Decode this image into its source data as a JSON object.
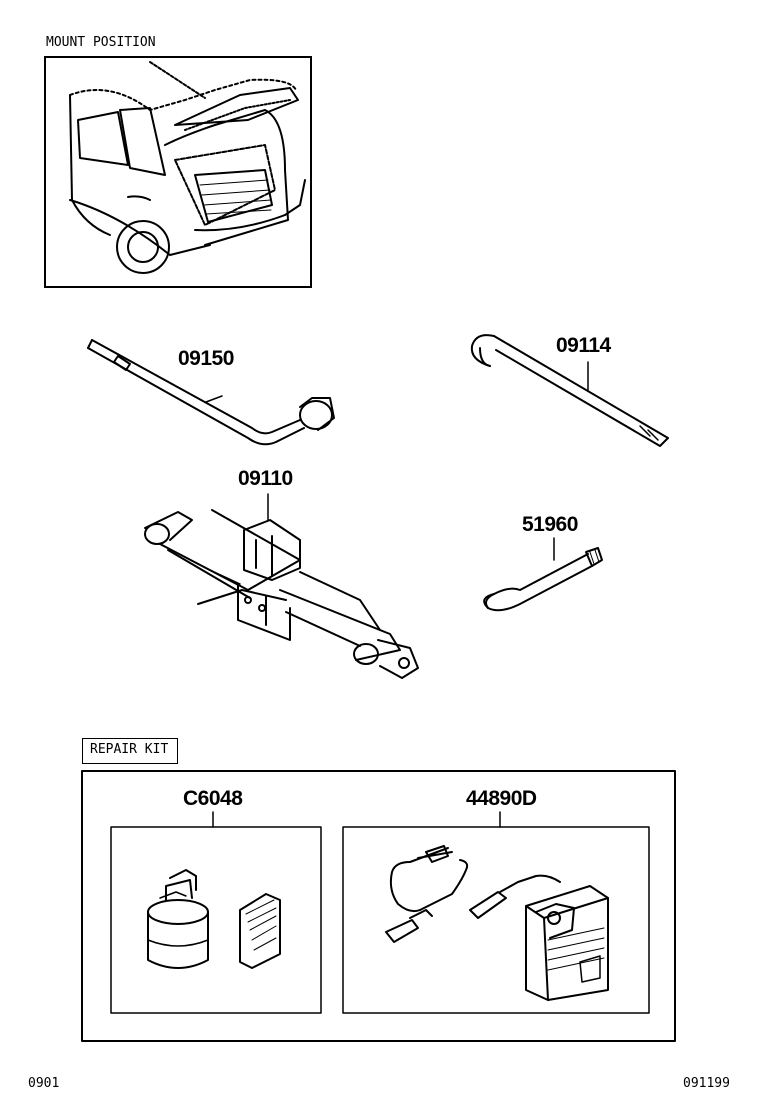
{
  "mount_position_label": "MOUNT POSITION",
  "parts": {
    "wrench": "09150",
    "hook": "09114",
    "jack": "09110",
    "towing_eye": "51960",
    "sealant": "C6048",
    "compressor": "44890D"
  },
  "repair_kit_label": "REPAIR KIT",
  "footer": {
    "left_code": "0901",
    "right_code": "091199"
  }
}
